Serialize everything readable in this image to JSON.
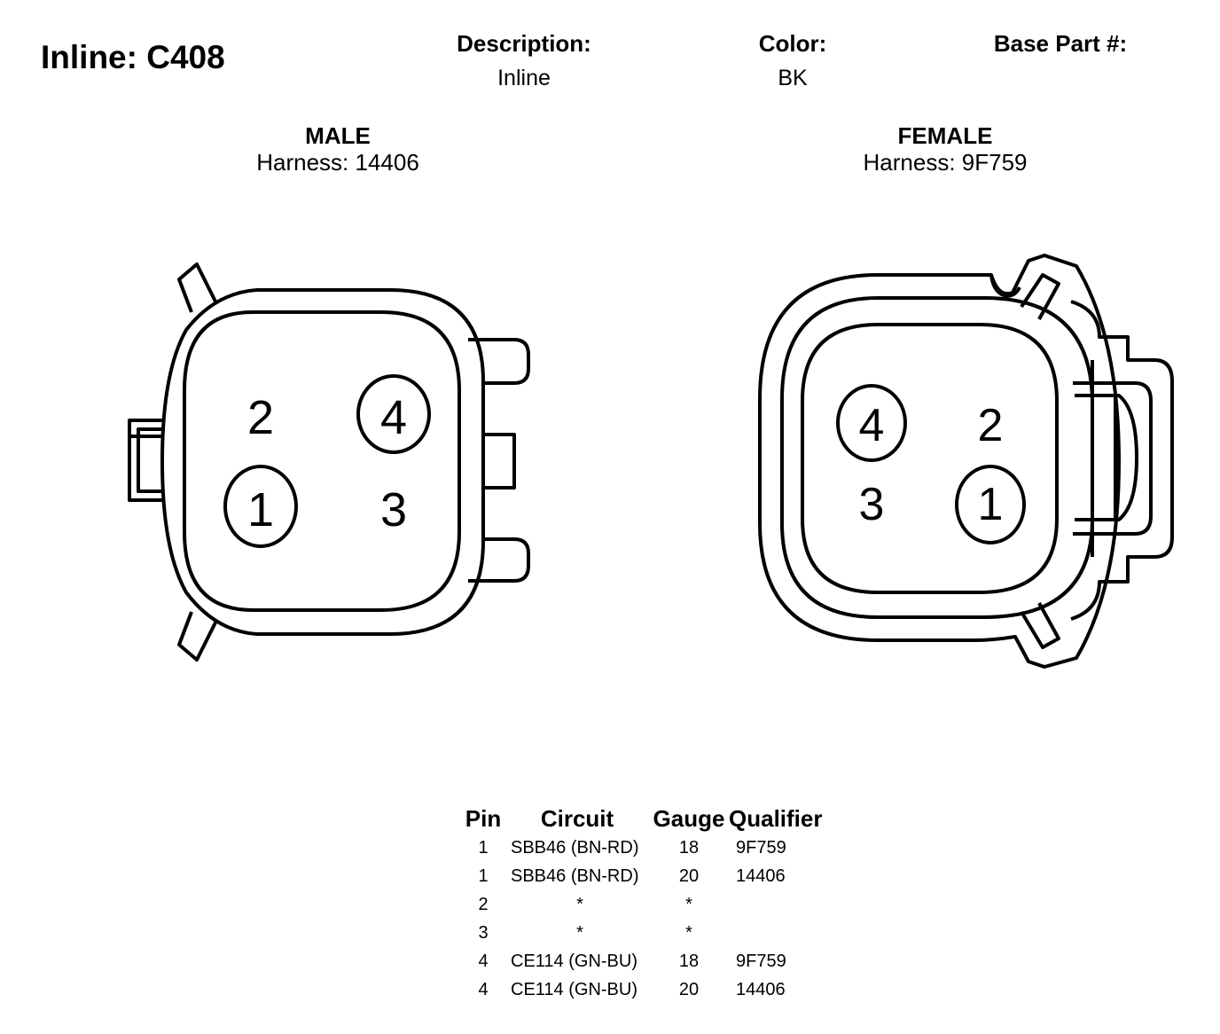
{
  "connector": {
    "title": "Inline: C408",
    "description_label": "Description:",
    "description_value": "Inline",
    "color_label": "Color:",
    "color_value": "BK",
    "base_part_label": "Base Part #:",
    "base_part_value": ""
  },
  "male": {
    "title": "MALE",
    "harness": "Harness: 14406",
    "pins": [
      "2",
      "4",
      "1",
      "3"
    ]
  },
  "female": {
    "title": "FEMALE",
    "harness": "Harness: 9F759",
    "pins": [
      "4",
      "2",
      "3",
      "1"
    ]
  },
  "table": {
    "headers": [
      "Pin",
      "Circuit",
      "Gauge",
      "Qualifier"
    ],
    "rows": [
      [
        "1",
        "SBB46 (BN-RD)",
        "18",
        "9F759"
      ],
      [
        "1",
        "SBB46 (BN-RD)",
        "20",
        "14406"
      ],
      [
        "2",
        "*",
        "*",
        ""
      ],
      [
        "3",
        "*",
        "*",
        ""
      ],
      [
        "4",
        "CE114 (GN-BU)",
        "18",
        "9F759"
      ],
      [
        "4",
        "CE114 (GN-BU)",
        "20",
        "14406"
      ]
    ]
  }
}
